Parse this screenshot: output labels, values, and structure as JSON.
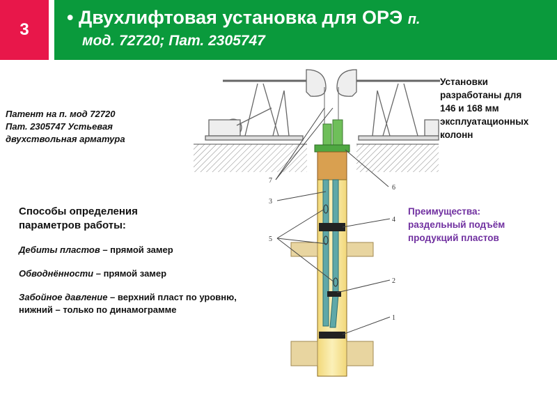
{
  "slide_number": "3",
  "title": {
    "bullet": "•",
    "main": "Двухлифтовая установка для ОРЭ",
    "tail": "п.",
    "second": "мод. 72720; Пат. 2305747"
  },
  "patent_note": [
    "Патент на п. мод 72720",
    "Пат. 2305747 Устьевая",
    "двухствольная арматура"
  ],
  "installation_note": [
    "Установки",
    "разработаны для",
    "146 и 168 мм",
    "эксплуатационных",
    "колонн"
  ],
  "methods": {
    "heading": [
      "Способы определения",
      "параметров работы:"
    ],
    "items": [
      {
        "label": "Дебиты пластов",
        "text": " – прямой замер"
      },
      {
        "label": "Обводнённости",
        "text": " – прямой замер"
      },
      {
        "label": "Забойное давление",
        "text": " – верхний пласт по уровню, нижний – только по динамограмме"
      }
    ]
  },
  "advantages": [
    "Преимущества:",
    "раздельный подъём",
    "продукций пластов"
  ],
  "diagram_labels": {
    "l1": "1",
    "l2": "2",
    "l3": "3",
    "l4": "4",
    "l5": "5",
    "l6": "6",
    "l7": "7"
  },
  "colors": {
    "accent_red": "#e8174a",
    "title_green": "#0a9a3c",
    "well_yellow": "#f5e59a",
    "pipe_teal": "#5fa8a8",
    "purple_text": "#7030a0"
  }
}
